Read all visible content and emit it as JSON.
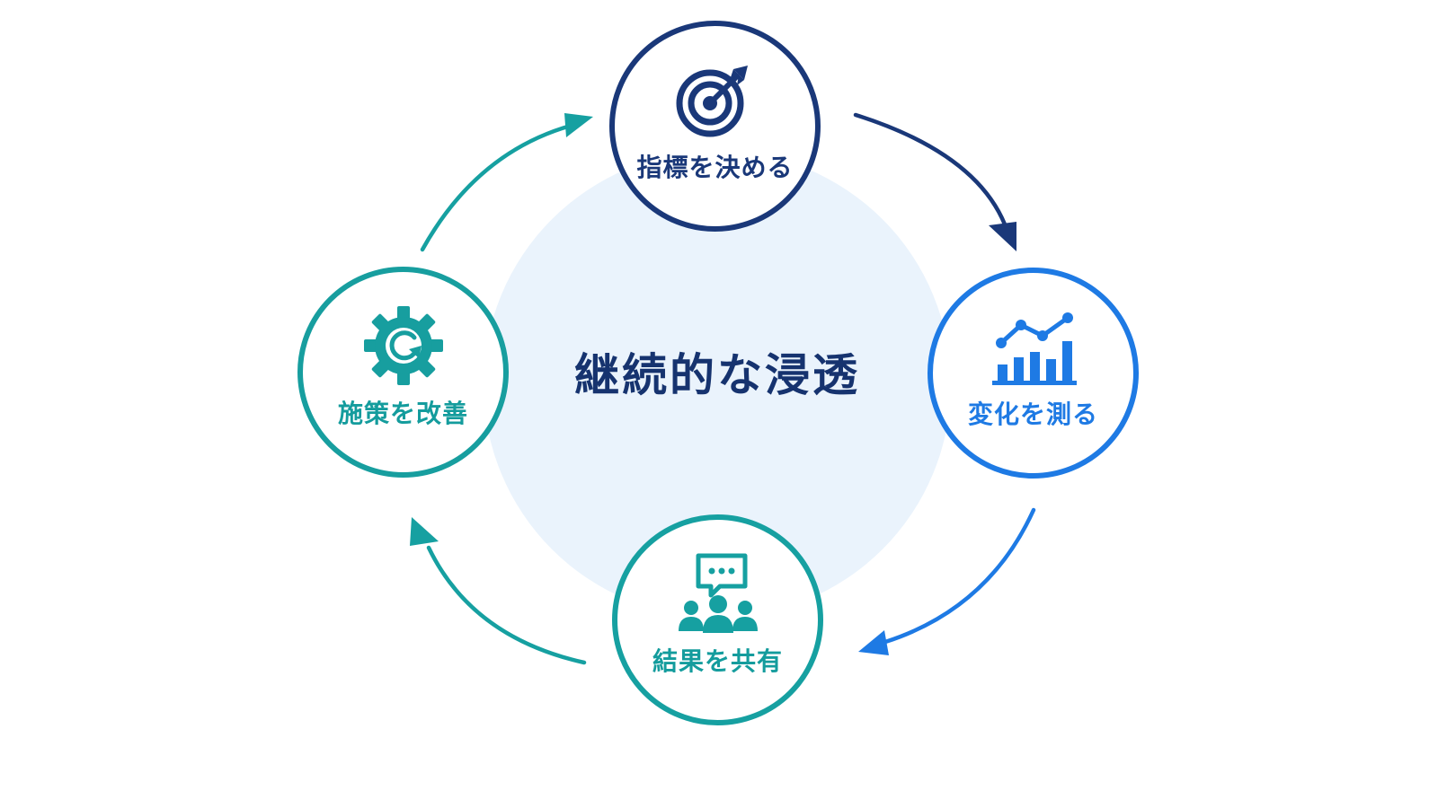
{
  "center": {
    "title": "継続的な浸透"
  },
  "steps": [
    {
      "label": "指標を決める",
      "icon": "target-icon",
      "color": "#1a3879"
    },
    {
      "label": "変化を測る",
      "icon": "chart-icon",
      "color": "#1e7ae4"
    },
    {
      "label": "結果を共有",
      "icon": "people-chat-icon",
      "color": "#16a0a1"
    },
    {
      "label": "施策を改善",
      "icon": "gear-refresh-icon",
      "color": "#179e9f"
    }
  ],
  "colors": {
    "navy": "#1a3879",
    "blue": "#1e7ae4",
    "teal": "#16a0a1",
    "center_bg": "#eaf3fc"
  }
}
